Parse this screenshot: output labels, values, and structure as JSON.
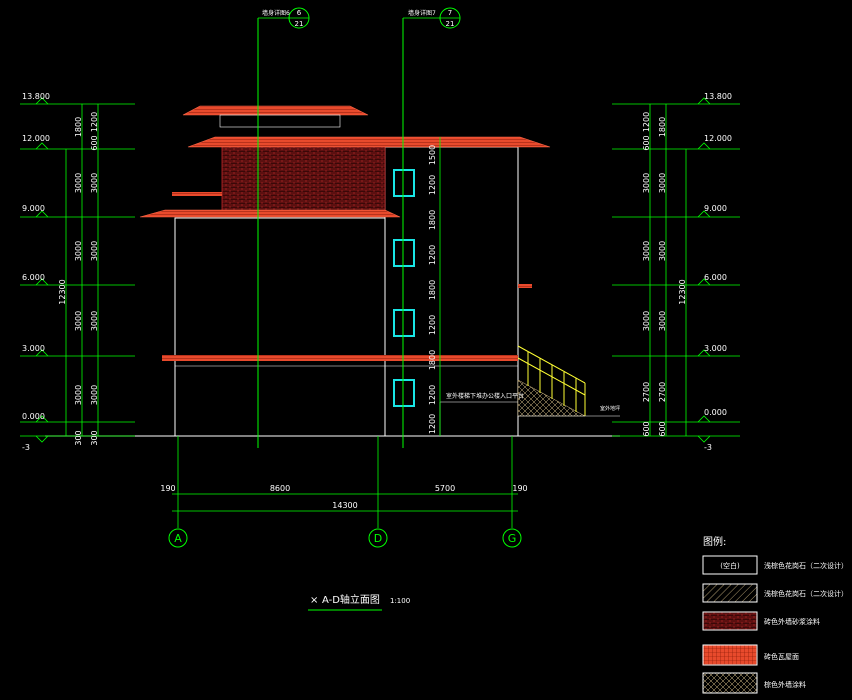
{
  "drawing": {
    "title": "A-D轴立面图",
    "title_prefix": "×",
    "scale": "1:100",
    "colors": {
      "background": "#000000",
      "dim_line": "#00ff00",
      "roof": "#e84a2c",
      "brick": "#c0282a",
      "window": "#19e6e6",
      "railing": "#ffff33",
      "wall": "#ffffff"
    }
  },
  "callouts": [
    {
      "note": "墙身详图6",
      "top": "6",
      "bottom": "21"
    },
    {
      "note": "墙身详图7",
      "top": "7",
      "bottom": "21"
    }
  ],
  "elevations_left": [
    "13.800",
    "12.000",
    "9.000",
    "6.000",
    "3.000",
    "0.000",
    "-3"
  ],
  "elevations_right": [
    "13.800",
    "12.000",
    "9.000",
    "6.000",
    "3.000",
    "0.000",
    "-3"
  ],
  "dims_left_outer": [
    "1800",
    "3000",
    "3000",
    "3000",
    "3000",
    "300"
  ],
  "dims_left_inner": [
    "1200",
    "600",
    "3000",
    "3000",
    "3000",
    "3000",
    "300"
  ],
  "dims_left_total": "12300",
  "dims_right_inner": [
    "1200",
    "600",
    "3000",
    "3000",
    "3000",
    "2700",
    "600"
  ],
  "dims_right_outer": [
    "1800",
    "3000",
    "3000",
    "3000",
    "2700",
    "600"
  ],
  "dims_right_total": "12300",
  "dims_window_col": [
    "1500",
    "1200",
    "1800",
    "1200",
    "1800",
    "1200",
    "1800",
    "1200",
    "1200"
  ],
  "dims_bottom": {
    "left_edge": "190",
    "seg1": "8600",
    "seg2": "5700",
    "right_edge": "190",
    "total": "14300"
  },
  "axes": [
    "A",
    "D",
    "G"
  ],
  "annotations": {
    "ground_note": "室外楼梯下堆办公楼入口平台",
    "right_small": "室外地坪"
  },
  "legend": {
    "heading": "图例:",
    "items": [
      {
        "swatch": "(空白)",
        "label": "浅棕色花岗石（二次设计）"
      },
      {
        "swatch": "",
        "label": "浅棕色花岗石（二次设计）"
      },
      {
        "swatch": "",
        "label": "砖色外墙砂浆涂料"
      },
      {
        "swatch": "",
        "label": "砖色瓦屋面"
      },
      {
        "swatch": "",
        "label": "棕色外墙涂料"
      }
    ]
  }
}
